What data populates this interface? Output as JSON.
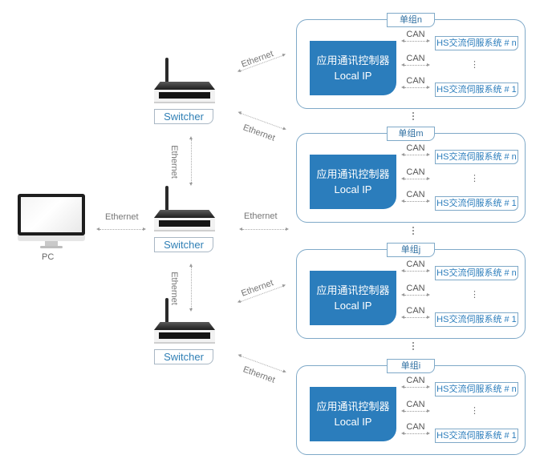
{
  "pc": {
    "label": "PC",
    "icon": "monitor-icon"
  },
  "switches": [
    {
      "label": "Switcher",
      "icon": "router-icon"
    },
    {
      "label": "Switcher",
      "icon": "router-icon"
    },
    {
      "label": "Switcher",
      "icon": "router-icon"
    }
  ],
  "links": {
    "pc_to_switch": "Ethernet",
    "switch1_to_switch2": "Ethernet",
    "switch2_to_switch3": "Ethernet",
    "switch1_to_group_n": "Ethernet",
    "switch1_to_group_m": "Ethernet",
    "switch2_to_group_m_j": "Ethernet",
    "switch3_to_group_j": "Ethernet",
    "switch3_to_group_i": "Ethernet"
  },
  "groups": [
    {
      "tag": "单组n",
      "controller": {
        "line1": "应用通讯控制器",
        "line2": "Local IP"
      },
      "can_labels": [
        "CAN",
        "CAN",
        "CAN"
      ],
      "servo_top": "HS交流伺服系统 # n",
      "servo_bottom": "HS交流伺服系统 # 1",
      "ellipsis": "⋮"
    },
    {
      "tag": "单组m",
      "controller": {
        "line1": "应用通讯控制器",
        "line2": "Local IP"
      },
      "can_labels": [
        "CAN",
        "CAN",
        "CAN"
      ],
      "servo_top": "HS交流伺服系统 # n",
      "servo_bottom": "HS交流伺服系统 # 1",
      "ellipsis": "⋮"
    },
    {
      "tag": "单组j",
      "controller": {
        "line1": "应用通讯控制器",
        "line2": "Local IP"
      },
      "can_labels": [
        "CAN",
        "CAN",
        "CAN"
      ],
      "servo_top": "HS交流伺服系统 # n",
      "servo_bottom": "HS交流伺服系统 # 1",
      "ellipsis": "⋮"
    },
    {
      "tag": "单组i",
      "controller": {
        "line1": "应用通讯控制器",
        "line2": "Local IP"
      },
      "can_labels": [
        "CAN",
        "CAN",
        "CAN"
      ],
      "servo_top": "HS交流伺服系统 # n",
      "servo_bottom": "HS交流伺服系统 # 1",
      "ellipsis": "⋮"
    }
  ],
  "colors": {
    "accent": "#2b7dbc",
    "border": "#7fa9c8",
    "text_link": "#777777"
  }
}
